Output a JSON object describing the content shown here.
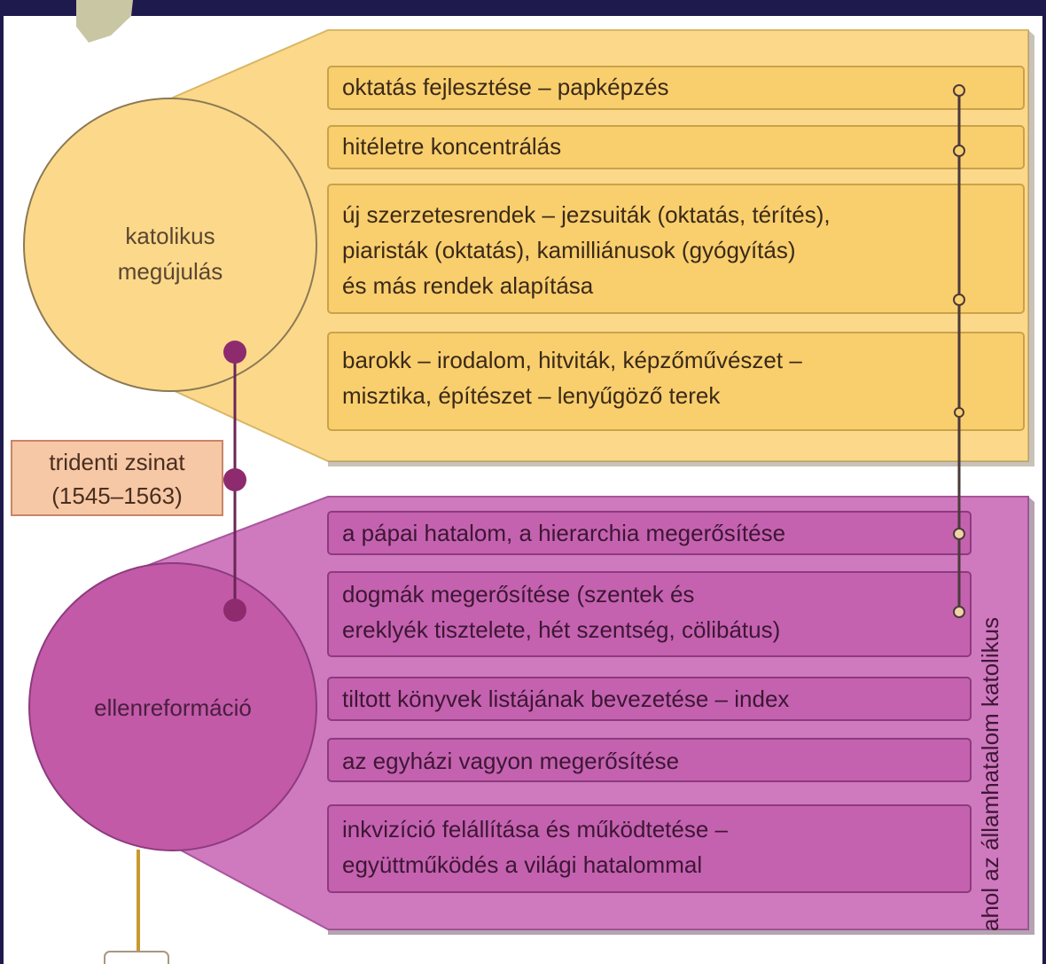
{
  "diagram": {
    "catholic_renewal": {
      "circle_label_line1": "katolikus",
      "circle_label_line2": "megújulás",
      "items": [
        {
          "lines": [
            "oktatás  fejlesztése –  papképzés"
          ]
        },
        {
          "lines": [
            "hitéletre koncentrálás"
          ]
        },
        {
          "lines": [
            "új szerzetesrendek – jezsuiták (oktatás, térítés),",
            "piaristák (oktatás), kamilliánusok (gyógyítás)",
            "és más rendek alapítása"
          ]
        },
        {
          "lines": [
            "barokk –  irodalom, hitviták, képzőművészet –",
            "misztika, építészet –  lenyűgöző terek"
          ]
        }
      ]
    },
    "council": {
      "line1": "tridenti zsinat",
      "line2": "(1545–1563)"
    },
    "counter_reformation": {
      "circle_label": "ellenreformáció",
      "vertical_label": "ahol az államhatalom katolikus",
      "items": [
        {
          "lines": [
            "a pápai hatalom, a hierarchia megerősítése"
          ]
        },
        {
          "lines": [
            "dogmák megerősítése (szentek és",
            "ereklyék tisztelete, hét szentség, cölibátus)"
          ]
        },
        {
          "lines": [
            "tiltott könyvek listájának bevezetése –  index"
          ]
        },
        {
          "lines": [
            "az egyházi vagyon megerősítése"
          ]
        },
        {
          "lines": [
            "inkvizíció felállítása és működtetése –",
            "együttműködés a világi hatalommal"
          ]
        }
      ]
    },
    "colors": {
      "frame": "#1f1a4d",
      "yellow_fill": "#fcd98a",
      "yellow_box": "#f9cf6e",
      "yellow_border": "#c9a24a",
      "pink_fill": "#cf79bf",
      "pink_box": "#c462b0",
      "pink_border": "#8d3a7e",
      "dark_magenta": "#8e2a6e",
      "council_fill": "#f6c8a6"
    }
  }
}
